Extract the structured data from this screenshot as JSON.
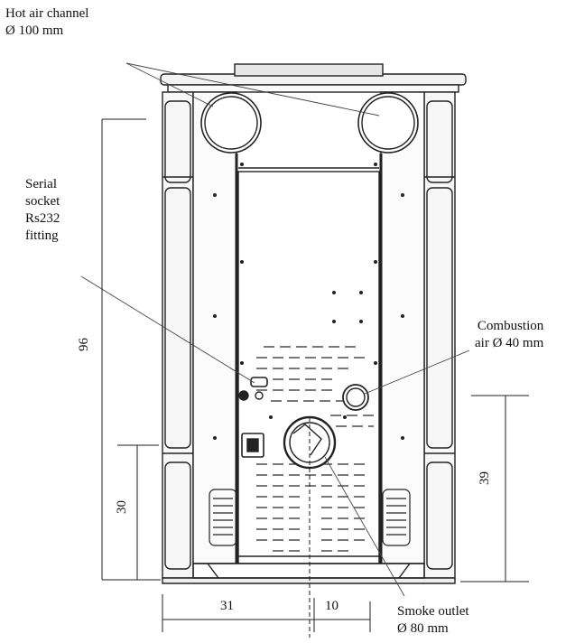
{
  "labels": {
    "hot_air_line1": "Hot air channel",
    "hot_air_line2": "Ø 100 mm",
    "serial_line1": "Serial",
    "serial_line2": "socket",
    "serial_line3": "Rs232",
    "serial_line4": "fitting",
    "combustion_line1": "Combustion",
    "combustion_line2": "air Ø 40 mm",
    "smoke_line1": "Smoke outlet",
    "smoke_line2": "Ø 80 mm"
  },
  "dimensions": {
    "total_height": "96",
    "lower_height": "30",
    "right_height": "39",
    "left_width": "31",
    "offset_width": "10"
  }
}
